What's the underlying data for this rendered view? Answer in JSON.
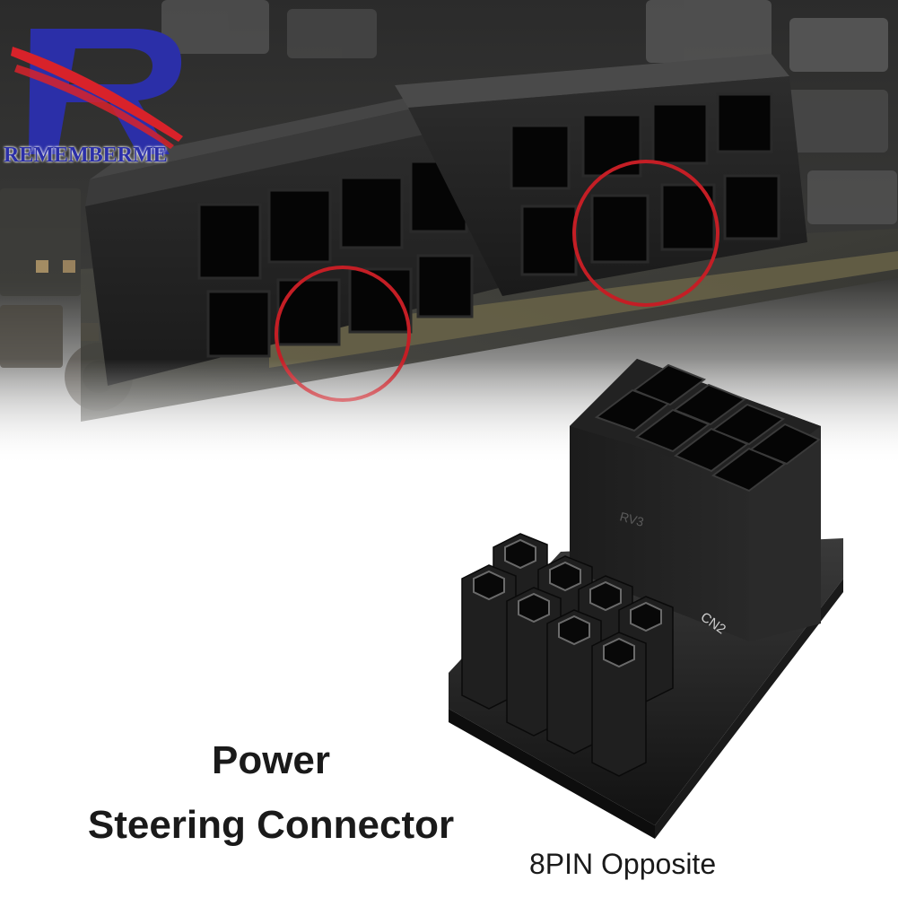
{
  "brand": {
    "logo_letter": "R",
    "logo_text": "REMEMBERME",
    "colors": {
      "blue": "#2b2fa8",
      "red": "#d8222a"
    }
  },
  "headline": {
    "line1": "Power",
    "line2": "Steering Connector"
  },
  "caption": "8PIN Opposite",
  "product_markings": {
    "label_cn": "CN2",
    "label_top": "RV3"
  },
  "highlight_color": "#c41e25"
}
